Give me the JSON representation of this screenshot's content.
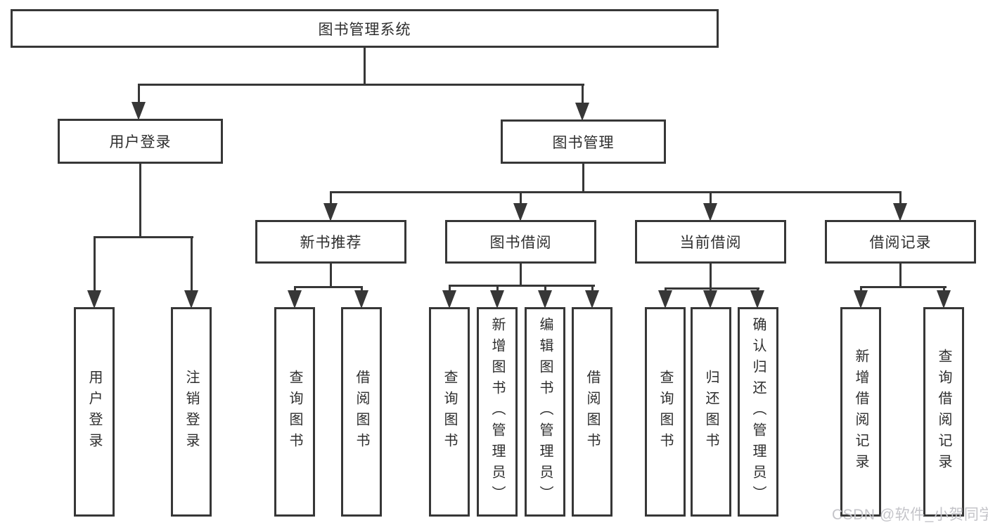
{
  "diagram": {
    "title": "图书管理系统",
    "type": "hierarchy-tree",
    "colors": {
      "line": "#373737",
      "box_border": "#373737",
      "box_fill": "#ffffff",
      "text": "#2e2e2e",
      "watermark": "#c4c4c9",
      "background": "#ffffff"
    },
    "root": {
      "label": "图书管理系统"
    },
    "level2": [
      {
        "label": "用户登录",
        "parent": "图书管理系统"
      },
      {
        "label": "图书管理",
        "parent": "图书管理系统"
      }
    ],
    "level3": [
      {
        "label": "新书推荐",
        "parent": "图书管理"
      },
      {
        "label": "图书借阅",
        "parent": "图书管理"
      },
      {
        "label": "当前借阅",
        "parent": "图书管理"
      },
      {
        "label": "借阅记录",
        "parent": "图书管理"
      }
    ],
    "leaves": [
      {
        "label": "用户登录",
        "parent": "用户登录"
      },
      {
        "label": "注销登录",
        "parent": "用户登录"
      },
      {
        "label": "查询图书",
        "parent": "新书推荐"
      },
      {
        "label": "借阅图书",
        "parent": "新书推荐"
      },
      {
        "label": "查询图书",
        "parent": "图书借阅"
      },
      {
        "label": "新增图书（管理员）",
        "parent": "图书借阅"
      },
      {
        "label": "编辑图书（管理员）",
        "parent": "图书借阅"
      },
      {
        "label": "借阅图书",
        "parent": "图书借阅"
      },
      {
        "label": "查询图书",
        "parent": "当前借阅"
      },
      {
        "label": "归还图书",
        "parent": "当前借阅"
      },
      {
        "label": "确认归还（管理员）",
        "parent": "当前借阅"
      },
      {
        "label": "新增借阅记录",
        "parent": "借阅记录"
      },
      {
        "label": "查询借阅记录",
        "parent": "借阅记录"
      }
    ],
    "watermark": "CSDN @软件_小贺同学"
  }
}
